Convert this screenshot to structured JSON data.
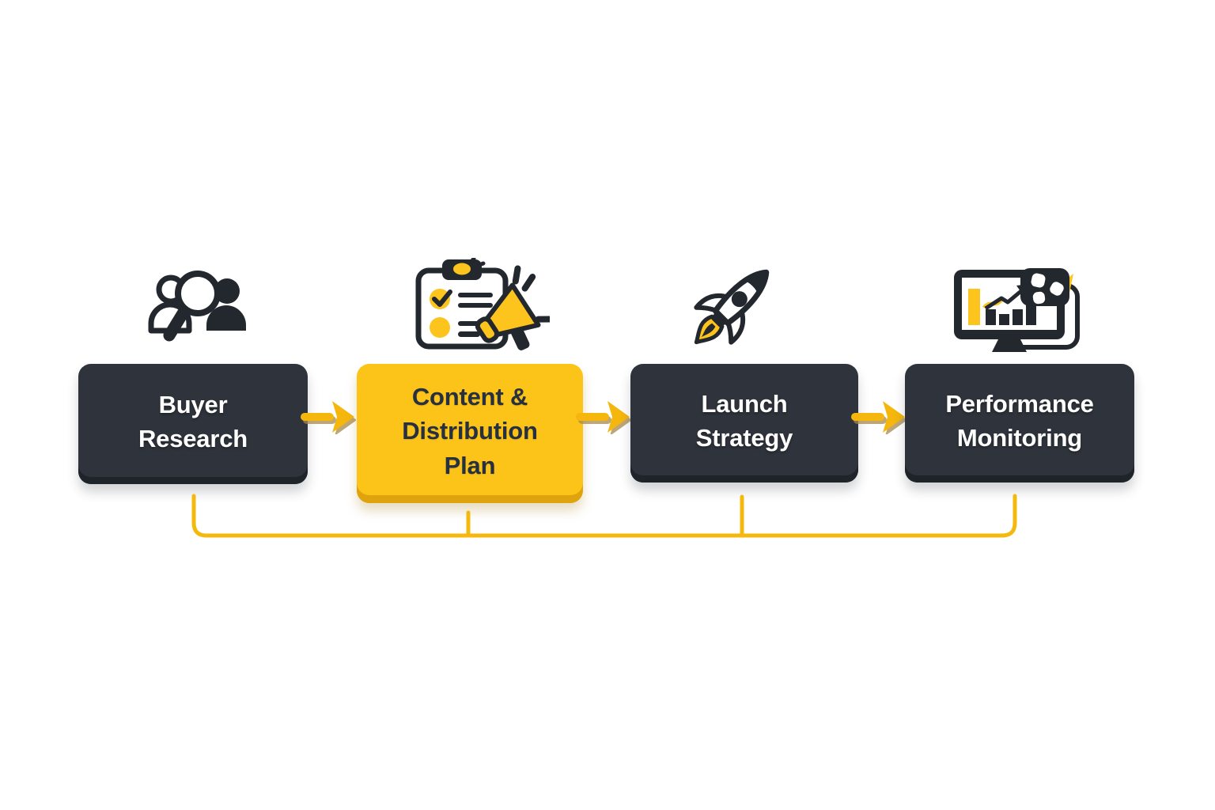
{
  "diagram": {
    "type": "process-flow",
    "stages": [
      {
        "id": "buyer-research",
        "label": "Buyer\nResearch",
        "icon": "people-search-icon",
        "style": "dark"
      },
      {
        "id": "content-distribution-plan",
        "label": "Content &\nDistribution\nPlan",
        "icon": "clipboard-megaphone-icon",
        "style": "yellow"
      },
      {
        "id": "launch-strategy",
        "label": "Launch\nStrategy",
        "icon": "rocket-icon",
        "style": "dark"
      },
      {
        "id": "performance-monitoring",
        "label": "Performance\nMonitoring",
        "icon": "monitor-analytics-icon",
        "style": "dark"
      }
    ],
    "connectors": {
      "forward_arrow_count": 3,
      "feedback_loop": "bottom line linking all four stage boxes"
    },
    "colors": {
      "background": "#ffffff",
      "dark_box": "#2f343c",
      "dark_box_edge": "#1f242b",
      "yellow_box": "#fcc419",
      "yellow_box_edge": "#dfa30e",
      "dark_text": "#263040",
      "light_text": "#ffffff",
      "arrow": "#f5b70d",
      "arrow_shadow": "#a8894b",
      "loop_line": "#f5b80d",
      "icon_dark": "#23272e",
      "icon_yellow": "#fcc41c"
    }
  }
}
